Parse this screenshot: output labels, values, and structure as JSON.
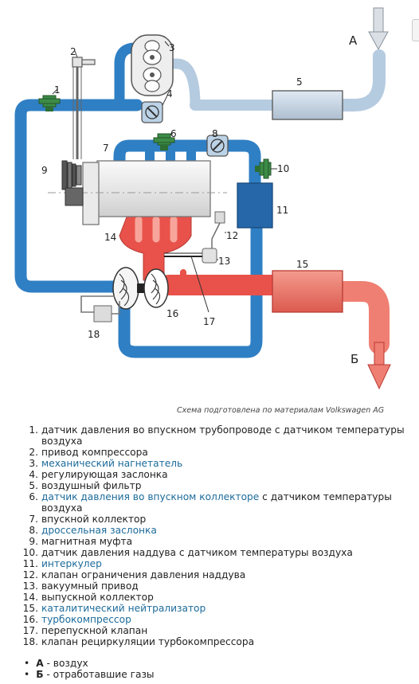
{
  "diagram": {
    "arrow_in_label": "А",
    "arrow_out_label": "Б",
    "callouts": [
      "1",
      "2",
      "3",
      "4",
      "5",
      "6",
      "7",
      "8",
      "9",
      "10",
      "11",
      "12",
      "13",
      "14",
      "15",
      "16",
      "17",
      "18"
    ],
    "colors": {
      "air_cold": "#2f7fc4",
      "air_light": "#b5cbe0",
      "exhaust": "#e8524a",
      "exhaust_light": "#ef7f72",
      "sensor": "#3c8b46",
      "engine": "#f0f0f0"
    },
    "credit": "Схема подготовлена по материалам Volkswagen AG"
  },
  "legend": [
    {
      "n": "1.",
      "text": "датчик давления во впускном трубопроводе с датчиком температуры воздуха",
      "link": false
    },
    {
      "n": "2.",
      "text": "привод компрессора",
      "link": false
    },
    {
      "n": "3.",
      "text": "механический нагнетатель",
      "link": true
    },
    {
      "n": "4.",
      "text": "регулирующая заслонка",
      "link": false
    },
    {
      "n": "5.",
      "text": "воздушный фильтр",
      "link": false
    },
    {
      "n": "6.",
      "text": "датчик давления во впускном коллекторе",
      "link": true,
      "suffix": " с датчиком температуры воздуха"
    },
    {
      "n": "7.",
      "text": "впускной коллектор",
      "link": false
    },
    {
      "n": "8.",
      "text": "дроссельная заслонка",
      "link": true
    },
    {
      "n": "9.",
      "text": "магнитная муфта",
      "link": false
    },
    {
      "n": "10.",
      "text": "датчик давления наддува с датчиком температуры воздуха",
      "link": false
    },
    {
      "n": "11.",
      "text": "интеркулер",
      "link": true
    },
    {
      "n": "12.",
      "text": "клапан ограничения давления наддува",
      "link": false
    },
    {
      "n": "13.",
      "text": "вакуумный привод",
      "link": false
    },
    {
      "n": "14.",
      "text": "выпускной коллектор",
      "link": false
    },
    {
      "n": "15.",
      "text": "каталитический нейтрализатор",
      "link": true
    },
    {
      "n": "16.",
      "text": "турбокомпрессор",
      "link": true
    },
    {
      "n": "17.",
      "text": "перепускной клапан",
      "link": false
    },
    {
      "n": "18.",
      "text": "клапан рециркуляции турбокомпрессора",
      "link": false
    }
  ],
  "key": [
    {
      "letter": "А",
      "text": " - воздух"
    },
    {
      "letter": "Б",
      "text": " - отработавшие газы"
    }
  ]
}
